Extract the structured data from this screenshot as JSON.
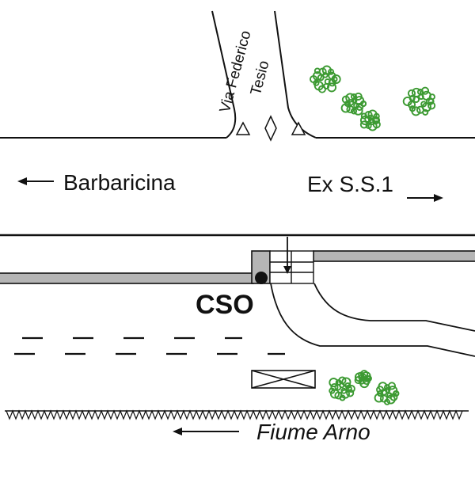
{
  "figure": {
    "street_label": {
      "line1": "Via Federico",
      "line2": "Tesio"
    },
    "destinations": {
      "left": {
        "label": "Barbaricina",
        "arrow_direction": "left"
      },
      "right": {
        "label": "Ex S.S.1",
        "arrow_direction": "right"
      }
    },
    "marker": {
      "label": "CSO",
      "symbol": "filled-circle"
    },
    "river": {
      "label": "Fiume Arno",
      "flow_arrow_direction": "left"
    },
    "inflow_arrow_direction": "down",
    "colors": {
      "tree_green": "#3c9a32",
      "channel_gray": "#b5b5b5",
      "ink": "#111111",
      "background": "#ffffff"
    }
  }
}
